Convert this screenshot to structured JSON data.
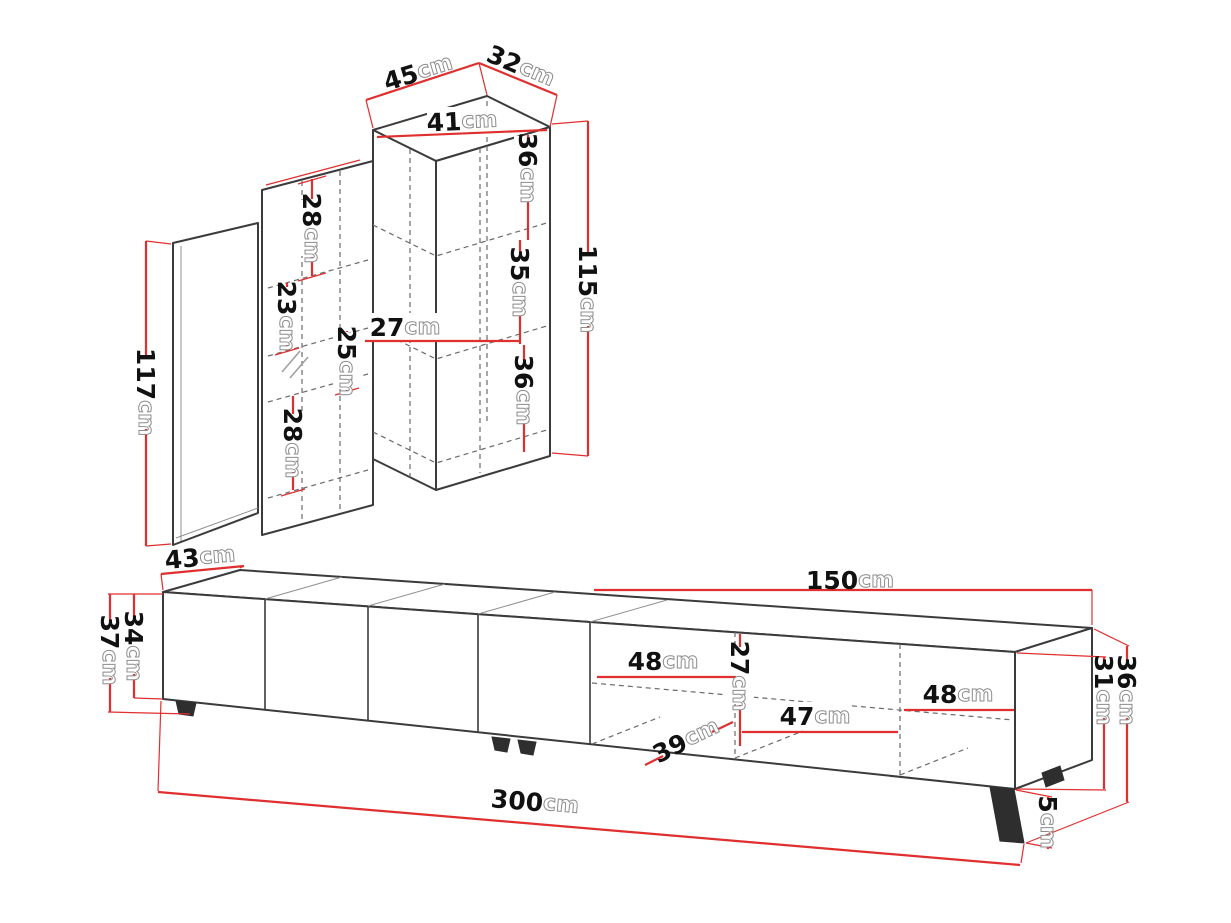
{
  "page": {
    "background": "#ffffff"
  },
  "diagram": {
    "kind": "furniture dimension drawing",
    "unit": "cm",
    "colors": {
      "outline": "#3b3b3b",
      "hidden_lines": "#6a6a6a",
      "dimension_lines": "#e02f2f",
      "value_text": "#111111",
      "unit_text_fill": "#ffffff",
      "unit_text_outline": "#8c8c8c"
    },
    "wall_unit": {
      "name": "wall cabinet section",
      "dims": {
        "top_width": "45",
        "top_depth": "32",
        "front_width": "41",
        "upper_shelf_height": "36",
        "middle_shelf_height": "35",
        "lower_shelf_height": "36",
        "cabinet_height": "115",
        "gap_top": "28",
        "glass_section_height": "23",
        "gap_middle": "25",
        "inner_width": "27",
        "gap_bottom": "28",
        "side_panel_height": "117"
      }
    },
    "tv_stand": {
      "name": "TV stand section",
      "dims": {
        "depth": "43",
        "left_height_total": "37",
        "left_height_body": "34",
        "right_span_width": "150",
        "compartment_width_a": "48",
        "compartment_height": "27",
        "compartment_width_b": "47",
        "compartment_width_c": "48",
        "inner_depth": "39",
        "right_height_body": "31",
        "right_height_total": "36",
        "total_width": "300",
        "leg_height": "5"
      }
    }
  }
}
